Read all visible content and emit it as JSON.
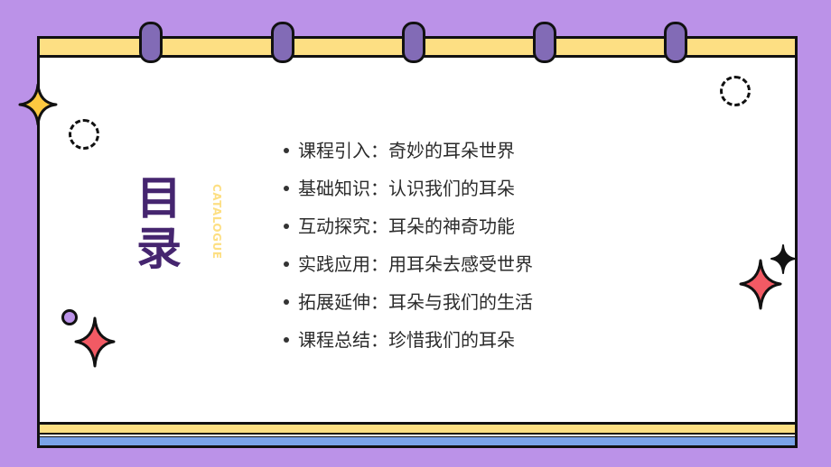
{
  "slide": {
    "title": "目录",
    "subtitle": "CATALOGUE",
    "items": [
      {
        "label": "课程引入：奇妙的耳朵世界"
      },
      {
        "label": "基础知识：认识我们的耳朵"
      },
      {
        "label": "互动探究：耳朵的神奇功能"
      },
      {
        "label": "实践应用：用耳朵去感受世界"
      },
      {
        "label": "拓展延伸：耳朵与我们的生活"
      },
      {
        "label": "课程总结：珍惜我们的耳朵"
      }
    ]
  },
  "colors": {
    "background": "#bb92e8",
    "title": "#45256f",
    "accent_yellow": "#fddf83",
    "ring": "#826bb6",
    "stripe_blue": "#7aa3e8",
    "star_red": "#f25a64"
  }
}
